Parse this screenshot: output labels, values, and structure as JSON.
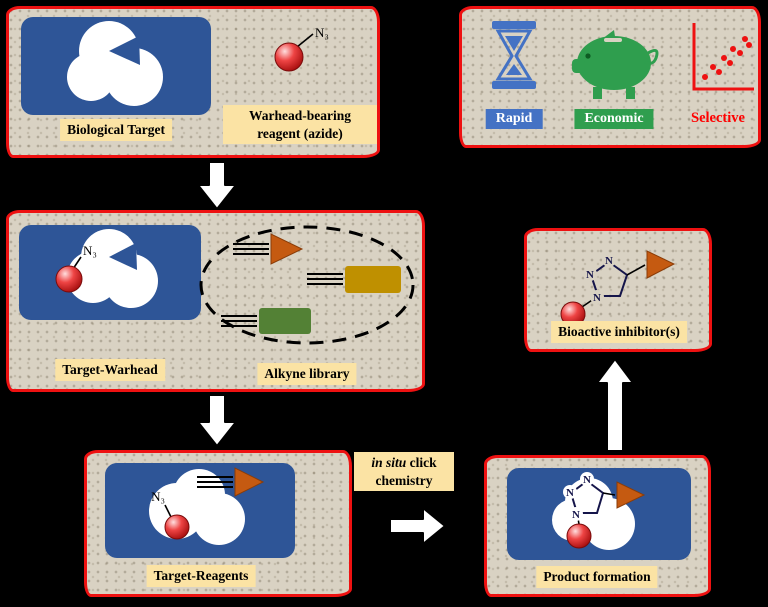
{
  "colors": {
    "page_bg": "#000000",
    "panel_bg": "#d9d2c3",
    "panel_border": "#ee1111",
    "blue_box": "#2e5597",
    "label_bg": "#fbe3a4",
    "rapid_bg": "#4472c4",
    "economic_bg": "#2f9e4e",
    "selective_text": "#ff0000",
    "alkyne_orange": "#c55a11",
    "alkyne_gold": "#bf9000",
    "alkyne_green": "#538135",
    "sphere_red": "#e03131",
    "icon_blue": "#4472c4",
    "icon_green": "#2f9e4e",
    "icon_red": "#ee1111"
  },
  "icons": {
    "rapid": "hourglass-icon",
    "economic": "piggy-bank-icon",
    "selective": "scatter-plot-icon"
  },
  "panel_target": {
    "target_label": "Biological Target",
    "reagent_label": "Warhead-bearing reagent (azide)",
    "azide_formula": "N₃"
  },
  "panel_benefits": {
    "rapid_label": "Rapid",
    "economic_label": "Economic",
    "selective_label": "Selective"
  },
  "panel_warhead": {
    "warhead_label": "Target-Warhead",
    "library_label": "Alkyne library",
    "azide_formula": "N₃"
  },
  "panel_inhibitor": {
    "label": "Bioactive inhibitor(s)",
    "ring_atoms": [
      "N",
      "N",
      "N"
    ]
  },
  "panel_reagents": {
    "label": "Target-Reagents",
    "azide_formula": "N₃"
  },
  "panel_product": {
    "label": "Product formation",
    "ring_atoms": [
      "N",
      "N",
      "N"
    ]
  },
  "process": {
    "in_situ": "in situ",
    "click": "click",
    "line2": "chemistry"
  }
}
